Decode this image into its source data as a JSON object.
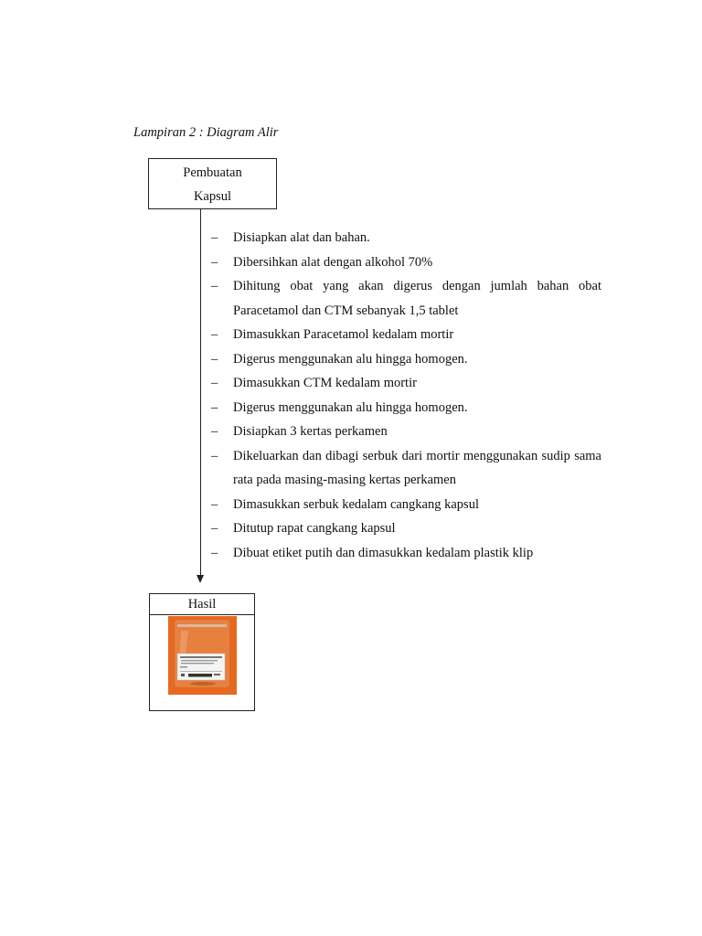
{
  "caption": "Lampiran 2 : Diagram Alir",
  "start_box": {
    "line1": "Pembuatan",
    "line2": "Kapsul"
  },
  "steps": [
    "Disiapkan alat dan bahan.",
    "Dibersihkan alat dengan alkohol 70%",
    "Dihitung obat yang akan digerus dengan jumlah bahan obat Paracetamol dan CTM sebanyak 1,5 tablet",
    "Dimasukkan Paracetamol kedalam mortir",
    "Digerus menggunakan alu hingga homogen.",
    "Dimasukkan CTM kedalam mortir",
    "Digerus menggunakan alu hingga homogen.",
    "Disiapkan 3 kertas perkamen",
    "Dikeluarkan dan dibagi serbuk dari mortir menggunakan sudip sama rata pada masing-masing kertas perkamen",
    "Dimasukkan serbuk kedalam cangkang kapsul",
    "Ditutup rapat cangkang kapsul",
    "Dibuat etiket putih dan dimasukkan kedalam plastik klip"
  ],
  "bullet": "–",
  "result_box": {
    "title": "Hasil",
    "photo_background": "#e2641d"
  }
}
